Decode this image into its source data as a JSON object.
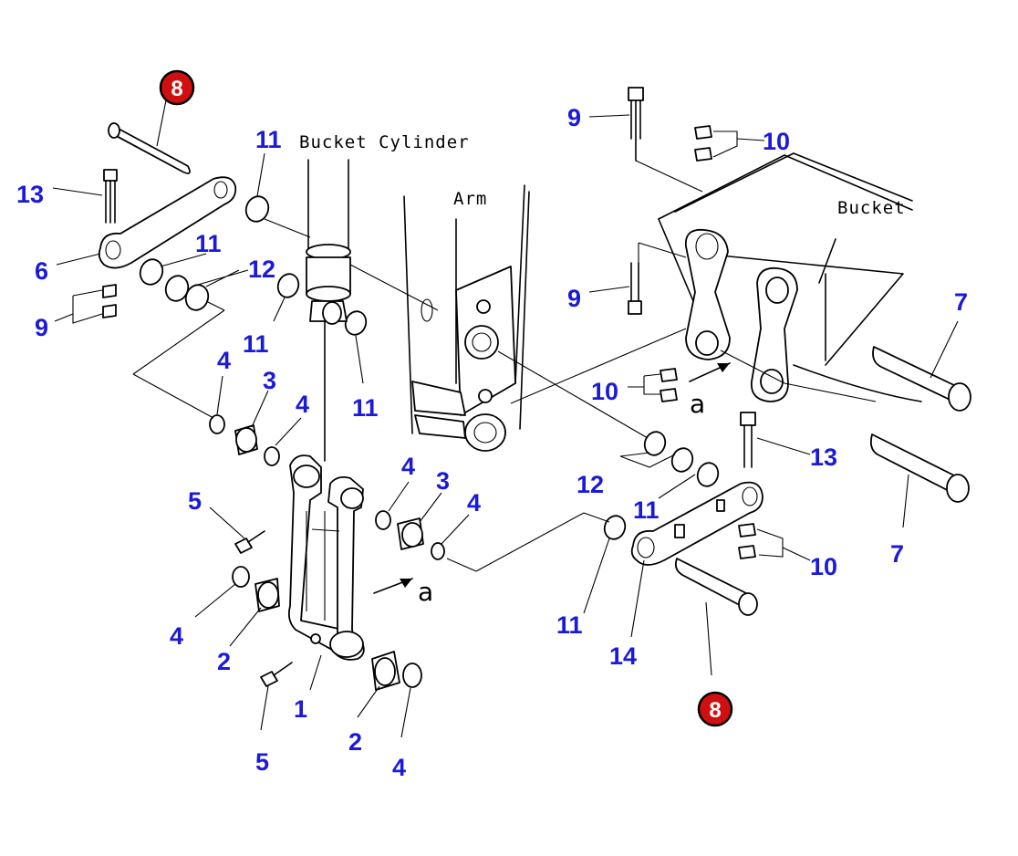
{
  "diagram": {
    "labels": {
      "bucket_cylinder": "Bucket Cylinder",
      "arm": "Arm",
      "bucket": "Bucket",
      "view_mark": "a"
    },
    "colors": {
      "callout": "#1a1ad8",
      "badge_fill": "#d01010",
      "badge_text": "#ffffff",
      "line": "#000000"
    },
    "badges": [
      "8",
      "8"
    ],
    "callouts": [
      "13",
      "6",
      "9",
      "11",
      "11",
      "12",
      "11",
      "11",
      "4",
      "3",
      "4",
      "5",
      "4",
      "3",
      "4",
      "4",
      "2",
      "1",
      "5",
      "2",
      "4",
      "9",
      "10",
      "9",
      "10",
      "7",
      "7",
      "13",
      "12",
      "11",
      "11",
      "10",
      "14"
    ]
  }
}
